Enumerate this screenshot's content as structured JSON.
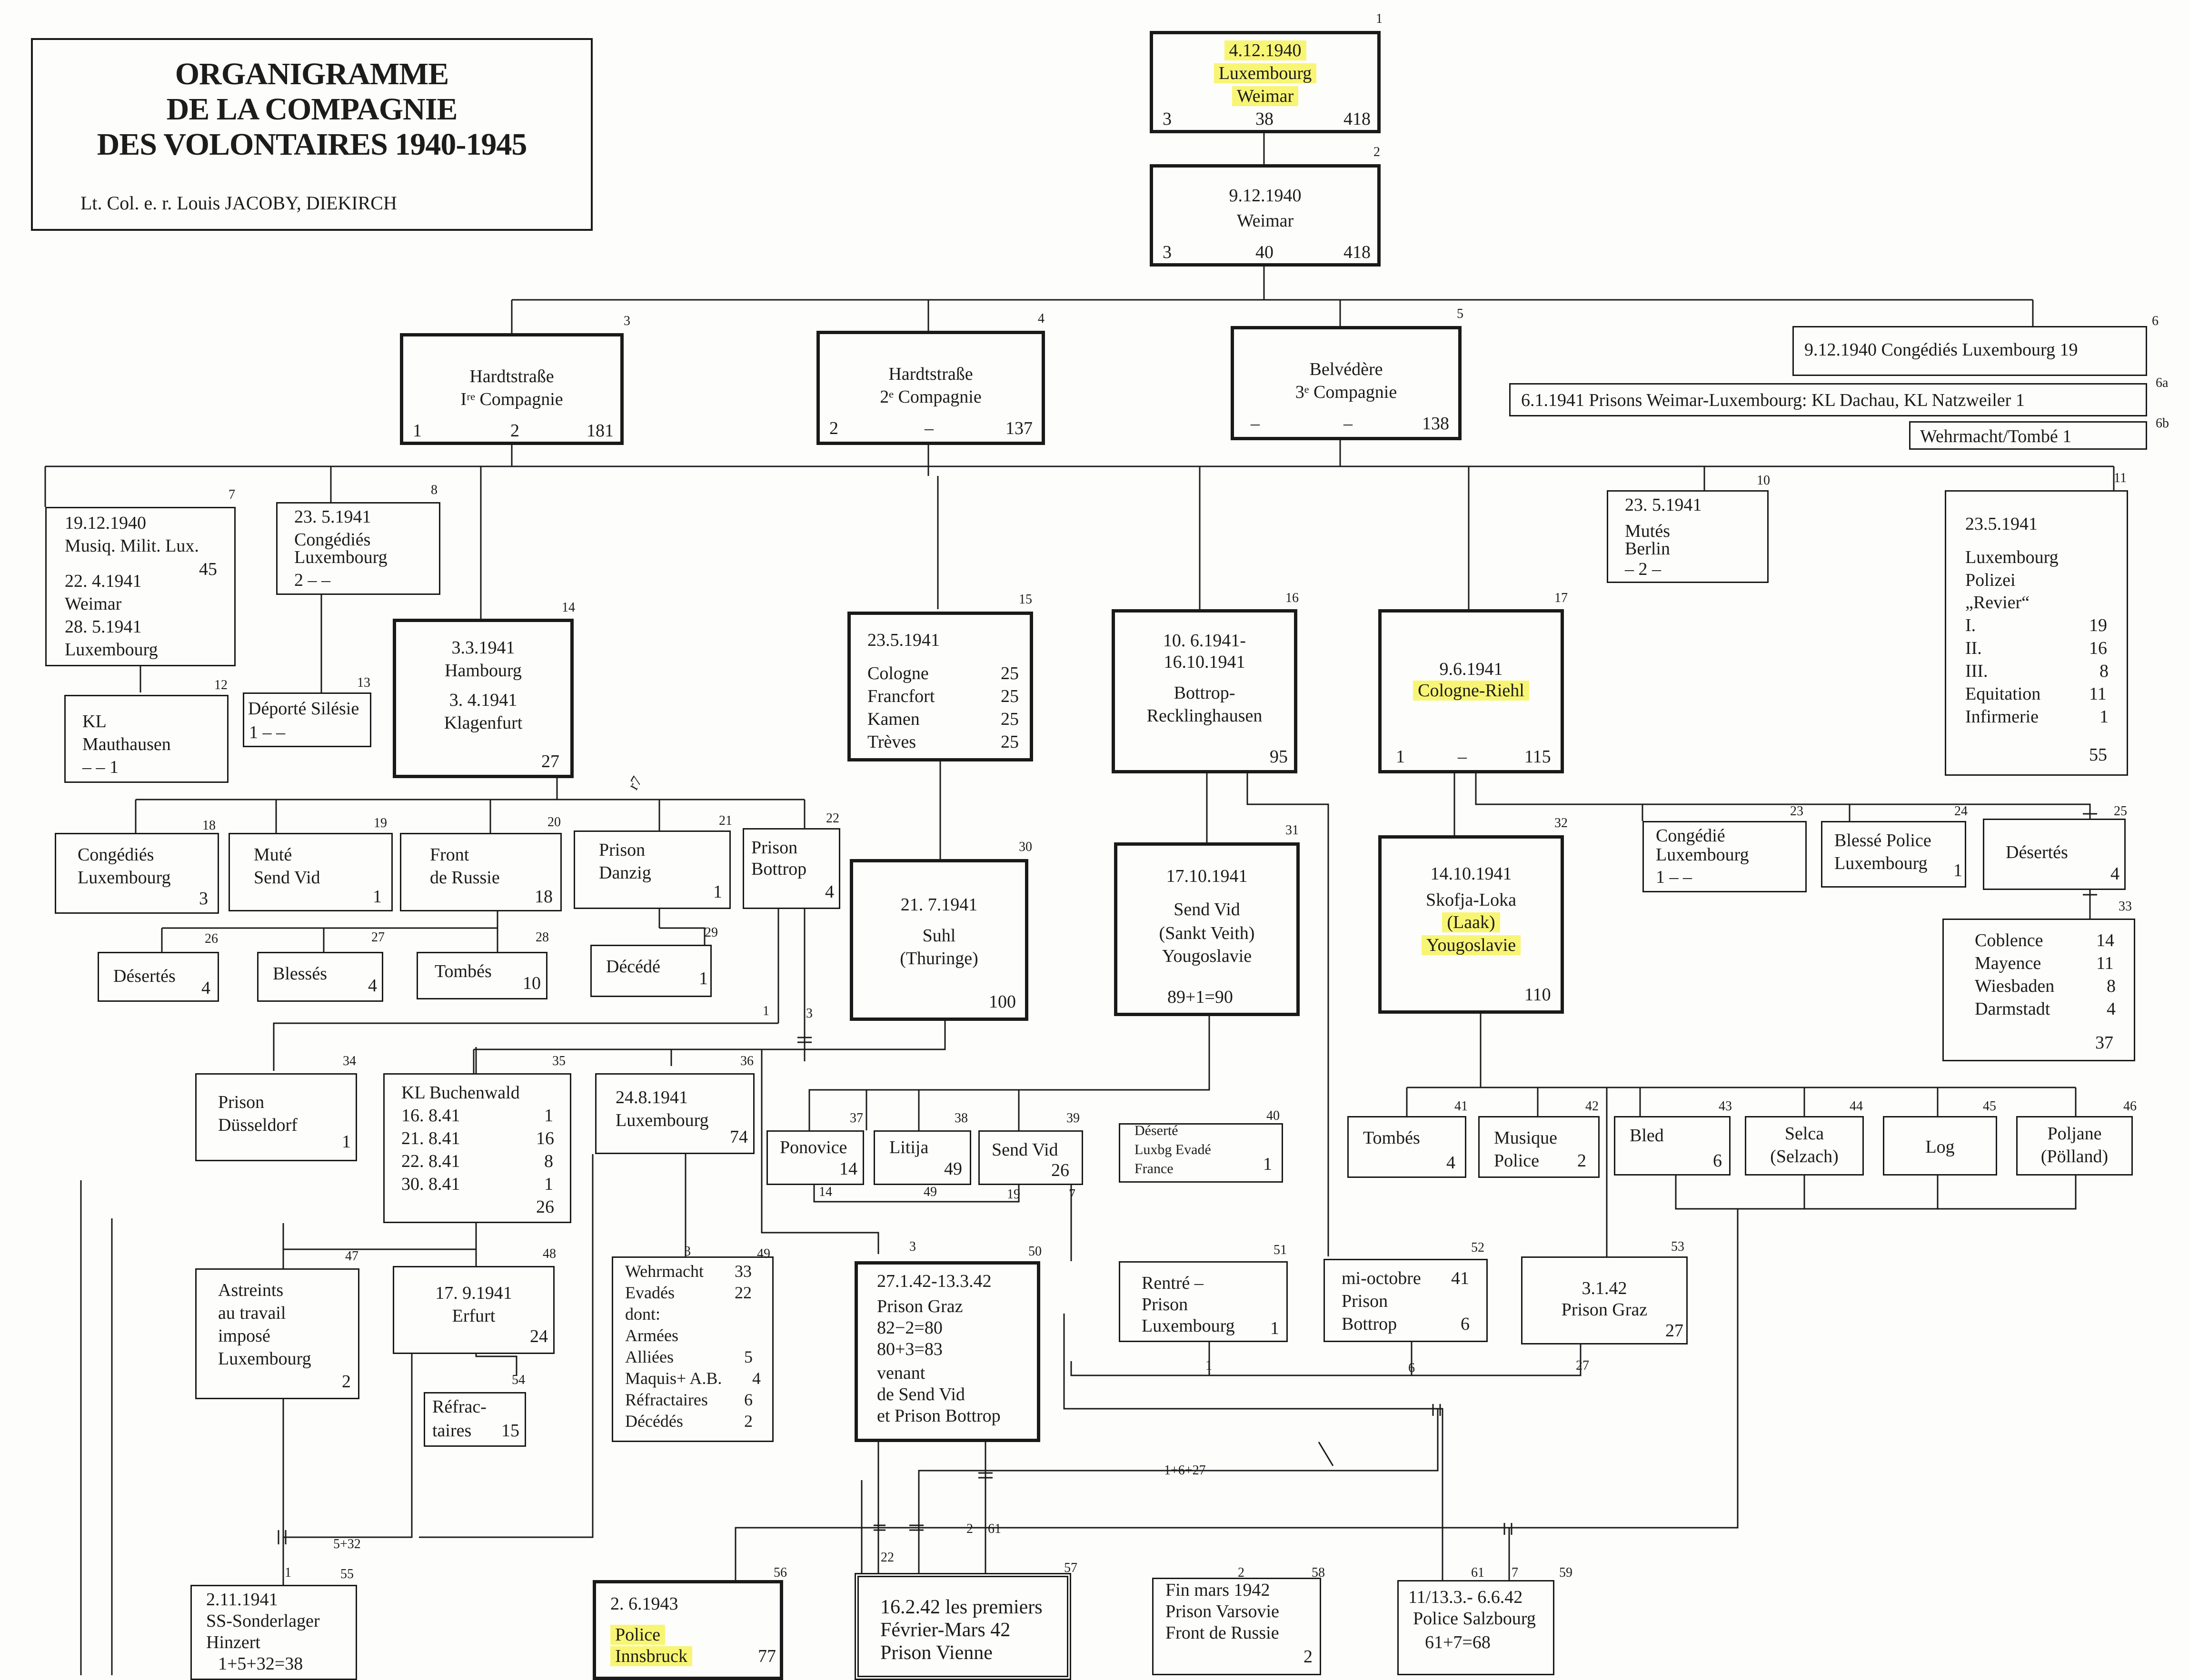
{
  "header": {
    "title_lines": [
      "ORGANIGRAMME",
      "DE LA COMPAGNIE",
      "DES VOLONTAIRES 1940-1945"
    ],
    "author": "Lt. Col. e. r. Louis JACOBY, DIEKIRCH"
  },
  "nodes": [
    {
      "n": "1",
      "lines": [
        "4.12.1940",
        "Luxembourg",
        "Weimar"
      ],
      "foot": [
        "3",
        "38",
        "418"
      ]
    },
    {
      "n": "2",
      "lines": [
        "9.12.1940",
        "Weimar"
      ],
      "foot": [
        "3",
        "40",
        "418"
      ]
    },
    {
      "n": "3",
      "lines": [
        "Hardtstraße",
        "Iʳᵉ Compagnie"
      ],
      "foot": [
        "1",
        "2",
        "181"
      ]
    },
    {
      "n": "4",
      "lines": [
        "Hardtstraße",
        "2ᵉ Compagnie"
      ],
      "foot": [
        "2",
        "–",
        "137"
      ]
    },
    {
      "n": "5",
      "lines": [
        "Belvédère",
        "3ᵉ Compagnie"
      ],
      "foot": [
        "–",
        "–",
        "138"
      ]
    },
    {
      "n": "6",
      "lines": [
        "9.12.1940  Congédiés  Luxembourg   19"
      ]
    },
    {
      "n": "6a",
      "lines": [
        "6.1.1941  Prisons Weimar-Luxembourg: KL Dachau, KL Natzweiler   1"
      ]
    },
    {
      "n": "6b",
      "lines": [
        "Wehrmacht/Tombé        1"
      ]
    },
    {
      "n": "7",
      "lines": [
        "19.12.1940",
        "Musiq. Milit. Lux.",
        "45",
        "22.  4.1941",
        "Weimar",
        "28.  5.1941",
        "Luxembourg"
      ]
    },
    {
      "n": "8",
      "lines": [
        "23. 5.1941",
        "Congédiés",
        "Luxembourg",
        "2       –       –"
      ]
    },
    {
      "n": "10",
      "lines": [
        "23. 5.1941",
        "Mutés",
        "Berlin",
        "–        2       –"
      ]
    },
    {
      "n": "11",
      "lines": [
        "23.5.1941",
        "Luxembourg",
        "Polizei",
        "„Revier“",
        "I.",
        "19",
        "II.",
        "16",
        "III.",
        "8",
        "Equitation",
        "11",
        "Infirmerie",
        "1",
        "55"
      ]
    },
    {
      "n": "12",
      "lines": [
        "KL",
        "Mauthausen",
        "–       –       1"
      ]
    },
    {
      "n": "13",
      "lines": [
        "Déporté Silésie",
        "1       –       –"
      ]
    },
    {
      "n": "14",
      "lines": [
        "3.3.1941",
        "Hambourg",
        "3.  4.1941",
        "Klagenfurt",
        "27"
      ]
    },
    {
      "n": "15",
      "lines": [
        "23.5.1941",
        "Cologne",
        "25",
        "Francfort",
        "25",
        "Kamen",
        "25",
        "Trèves",
        "25"
      ]
    },
    {
      "n": "16",
      "lines": [
        "10.  6.1941-",
        "16.10.1941",
        "Bottrop-",
        "Recklinghausen",
        "95"
      ]
    },
    {
      "n": "17",
      "lines": [
        "9.6.1941",
        "Cologne-Riehl"
      ],
      "foot": [
        "1",
        "–",
        "115"
      ]
    },
    {
      "n": "18",
      "lines": [
        "Congédiés",
        "Luxembourg",
        "3"
      ]
    },
    {
      "n": "19",
      "lines": [
        "Muté",
        "Send Vid",
        "1"
      ]
    },
    {
      "n": "20",
      "lines": [
        "Front",
        "de Russie",
        "18"
      ]
    },
    {
      "n": "21",
      "lines": [
        "Prison",
        "Danzig",
        "1"
      ]
    },
    {
      "n": "22",
      "lines": [
        "Prison",
        "Bottrop",
        "4"
      ]
    },
    {
      "n": "23",
      "lines": [
        "Congédié",
        "Luxembourg",
        "1       –       –"
      ]
    },
    {
      "n": "24",
      "lines": [
        "Blessé Police",
        "Luxembourg",
        "1"
      ]
    },
    {
      "n": "25",
      "lines": [
        "Désertés",
        "4"
      ]
    },
    {
      "n": "26",
      "lines": [
        "Désertés",
        "4"
      ]
    },
    {
      "n": "27",
      "lines": [
        "Blessés",
        "4"
      ]
    },
    {
      "n": "28",
      "lines": [
        "Tombés",
        "10"
      ]
    },
    {
      "n": "29",
      "lines": [
        "Décédé",
        "1"
      ]
    },
    {
      "n": "30",
      "lines": [
        "21.  7.1941",
        "Suhl",
        "(Thuringe)",
        "100"
      ]
    },
    {
      "n": "31",
      "lines": [
        "17.10.1941",
        "Send Vid",
        "(Sankt Veith)",
        "Yougoslavie",
        "89+1=90"
      ]
    },
    {
      "n": "32",
      "lines": [
        "14.10.1941",
        "Skofja-Loka",
        "(Laak)",
        "Yougoslavie",
        "110"
      ]
    },
    {
      "n": "33",
      "lines": [
        "Coblence",
        "14",
        "Mayence",
        "11",
        "Wiesbaden",
        "8",
        "Darmstadt",
        "4",
        "37"
      ]
    },
    {
      "n": "34",
      "lines": [
        "Prison",
        "Düsseldorf",
        "1"
      ]
    },
    {
      "n": "35",
      "lines": [
        "KL Buchenwald",
        "16.  8.41",
        "1",
        "21.  8.41",
        "16",
        "22.  8.41",
        "8",
        "30.  8.41",
        "1",
        "26"
      ]
    },
    {
      "n": "36",
      "lines": [
        "24.8.1941",
        "Luxembourg",
        "74"
      ]
    },
    {
      "n": "37",
      "lines": [
        "Ponovice",
        "14"
      ]
    },
    {
      "n": "38",
      "lines": [
        "Litija",
        "49"
      ]
    },
    {
      "n": "39",
      "lines": [
        "Send Vid",
        "26"
      ]
    },
    {
      "n": "40",
      "lines": [
        "Déserté",
        "Luxbg Evadé",
        "France",
        "1"
      ]
    },
    {
      "n": "41",
      "lines": [
        "Tombés",
        "4"
      ]
    },
    {
      "n": "42",
      "lines": [
        "Musique",
        "Police",
        "2"
      ]
    },
    {
      "n": "43",
      "lines": [
        "Bled",
        "6"
      ]
    },
    {
      "n": "44",
      "lines": [
        "Selca",
        "(Selzach)"
      ]
    },
    {
      "n": "45",
      "lines": [
        "Log"
      ]
    },
    {
      "n": "46",
      "lines": [
        "Poljane",
        "(Pölland)"
      ]
    },
    {
      "n": "47",
      "lines": [
        "Astreints",
        "au travail",
        "imposé",
        "Luxembourg",
        "2"
      ]
    },
    {
      "n": "48",
      "lines": [
        "17. 9.1941",
        "Erfurt",
        "24"
      ]
    },
    {
      "n": "49",
      "lines": [
        "Wehrmacht",
        "33",
        "Evadés",
        "22",
        "dont:",
        "Armées",
        "Alliées",
        "5",
        "Maquis+ A.B.",
        "4",
        "Réfractaires",
        "6",
        "Décédés",
        "2"
      ]
    },
    {
      "n": "50",
      "lines": [
        "27.1.42-13.3.42",
        "Prison Graz",
        "82−2=80",
        "80+3=83",
        "venant",
        "de Send Vid",
        "et Prison Bottrop"
      ]
    },
    {
      "n": "51",
      "lines": [
        "Rentré –",
        "Prison",
        "Luxembourg",
        "1"
      ]
    },
    {
      "n": "52",
      "lines": [
        "mi-octobre",
        "41",
        "Prison",
        "Bottrop",
        "6"
      ]
    },
    {
      "n": "53",
      "lines": [
        "3.1.42",
        "Prison Graz",
        "27"
      ]
    },
    {
      "n": "54",
      "lines": [
        "Réfrac-",
        "taires",
        "15"
      ]
    },
    {
      "n": "55",
      "lines": [
        "2.11.1941",
        "SS-Sonderlager",
        "Hinzert",
        "1+5+32=38"
      ]
    },
    {
      "n": "56",
      "lines": [
        "2.  6.1943",
        "Police",
        "Innsbruck",
        "77"
      ]
    },
    {
      "n": "57",
      "lines": [
        "16.2.42 les premiers",
        "Février-Mars 42",
        "Prison Vienne"
      ]
    },
    {
      "n": "58",
      "lines": [
        "Fin mars 1942",
        "Prison Varsovie",
        "Front de Russie",
        "2"
      ]
    },
    {
      "n": "59",
      "lines": [
        "11/13.3.- 6.6.42",
        "Police Salzbourg",
        "61+7=68"
      ]
    }
  ],
  "flow_labels": [
    "1",
    "3",
    "3",
    "14",
    "49",
    "19",
    "7",
    "3",
    "1",
    "6",
    "27",
    "1+6+27",
    "5+32",
    "1",
    "22",
    "2",
    "61",
    "2",
    "61",
    "7",
    "r7"
  ],
  "colors": {
    "highlight": "#f8f574",
    "ink": "#1a1a1a",
    "paper": "#fdfdfb"
  }
}
